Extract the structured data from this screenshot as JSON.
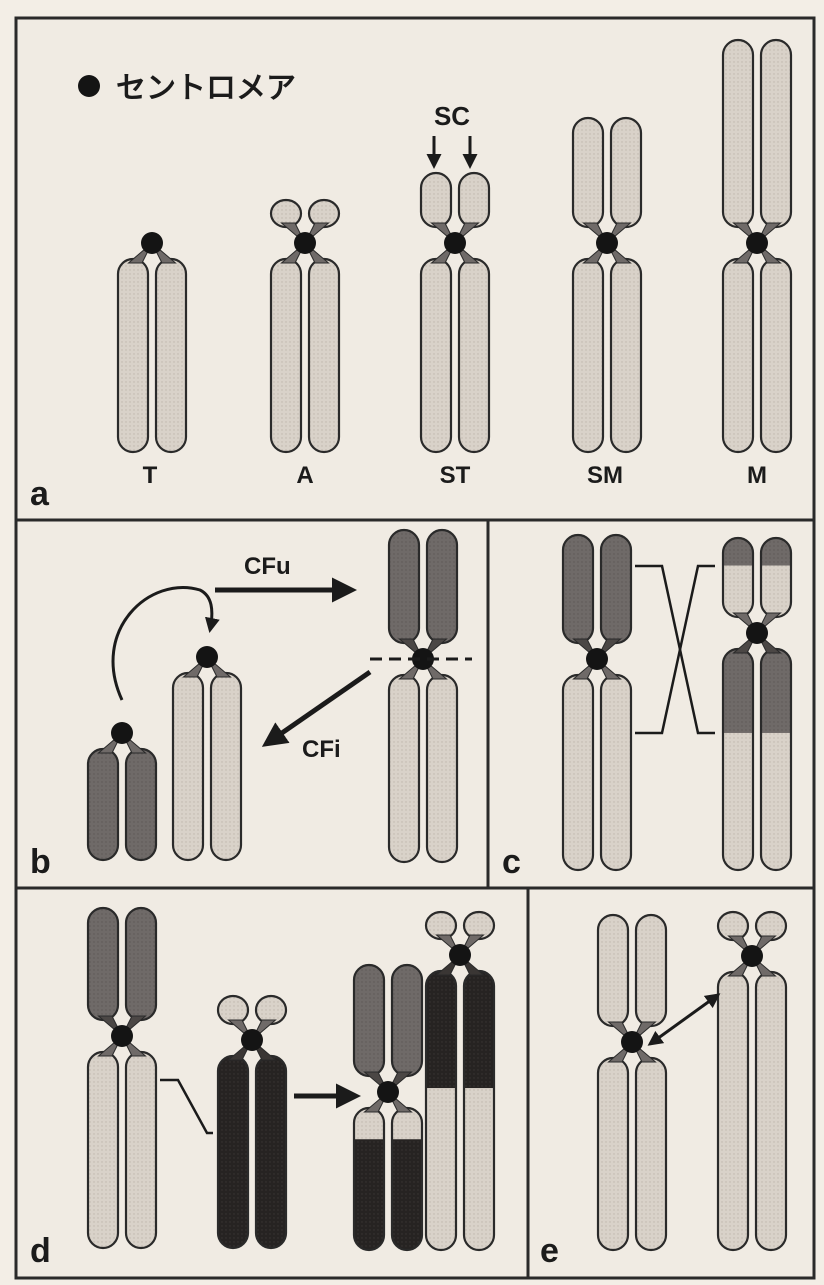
{
  "legend": {
    "centromere_label": "セントロメア"
  },
  "panels": {
    "a": {
      "letter": "a",
      "chromosome_labels": [
        "T",
        "A",
        "ST",
        "SM",
        "M"
      ],
      "sc_label": "SC"
    },
    "b": {
      "letter": "b",
      "fusion_label": "CFu",
      "fission_label": "CFi"
    },
    "c": {
      "letter": "c"
    },
    "d": {
      "letter": "d"
    },
    "e": {
      "letter": "e"
    }
  },
  "colors": {
    "light_chromatid": "#d9d2c9",
    "medium_chromatid": "#6f6a68",
    "dark_chromatid": "#262322",
    "centromere": "#141414",
    "outline": "#2a2a2a",
    "background": "#f3eee6"
  }
}
